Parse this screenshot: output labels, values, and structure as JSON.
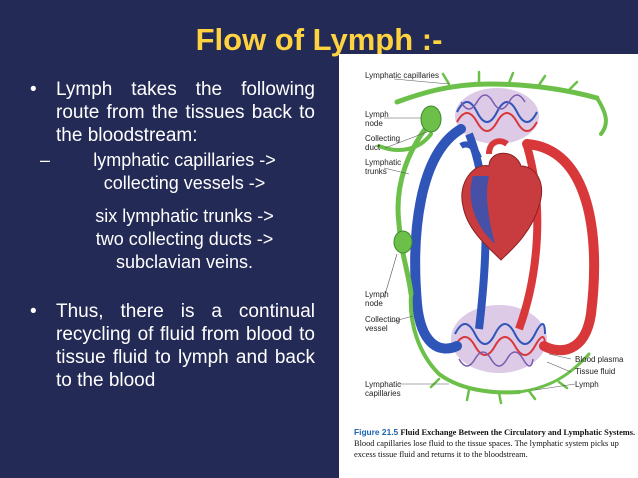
{
  "slide": {
    "title": "Flow of Lymph :-",
    "bullet_symbol": "•",
    "bullet1": "Lymph takes the following route from the tissues back to the bloodstream:",
    "sub_dash": "–",
    "route": [
      "lymphatic capillaries ->",
      "collecting vessels ->",
      "six lymphatic trunks ->",
      "two collecting ducts ->",
      "subclavian veins."
    ],
    "bullet2": "Thus, there is a continual recycling of fluid from blood to tissue fluid to lymph and back to the blood"
  },
  "figure": {
    "labels": {
      "lymphatic_capillaries_top": "Lymphatic capillaries",
      "lymph_node_top": "Lymph node",
      "collecting_duct": "Collecting duct",
      "lymphatic_trunks": "Lymphatic trunks",
      "lymph_node_bottom": "Lymph node",
      "collecting_vessel": "Collecting vessel",
      "blood_plasma": "Blood plasma",
      "tissue_fluid": "Tissue fluid",
      "lymph": "Lymph",
      "lymphatic_capillaries_bottom": "Lymphatic capillaries"
    },
    "caption": {
      "number": "Figure 21.5",
      "title": "Fluid Exchange Between the Circulatory and Lymphatic Systems.",
      "text": "Blood capillaries lose fluid to the tissue spaces. The lymphatic system picks up excess tissue fluid and returns it to the bloodstream."
    },
    "colors": {
      "artery": "#d8383a",
      "vein": "#2f55b8",
      "lymph": "#6cc04a",
      "heart": "#c83b3e"
    }
  }
}
